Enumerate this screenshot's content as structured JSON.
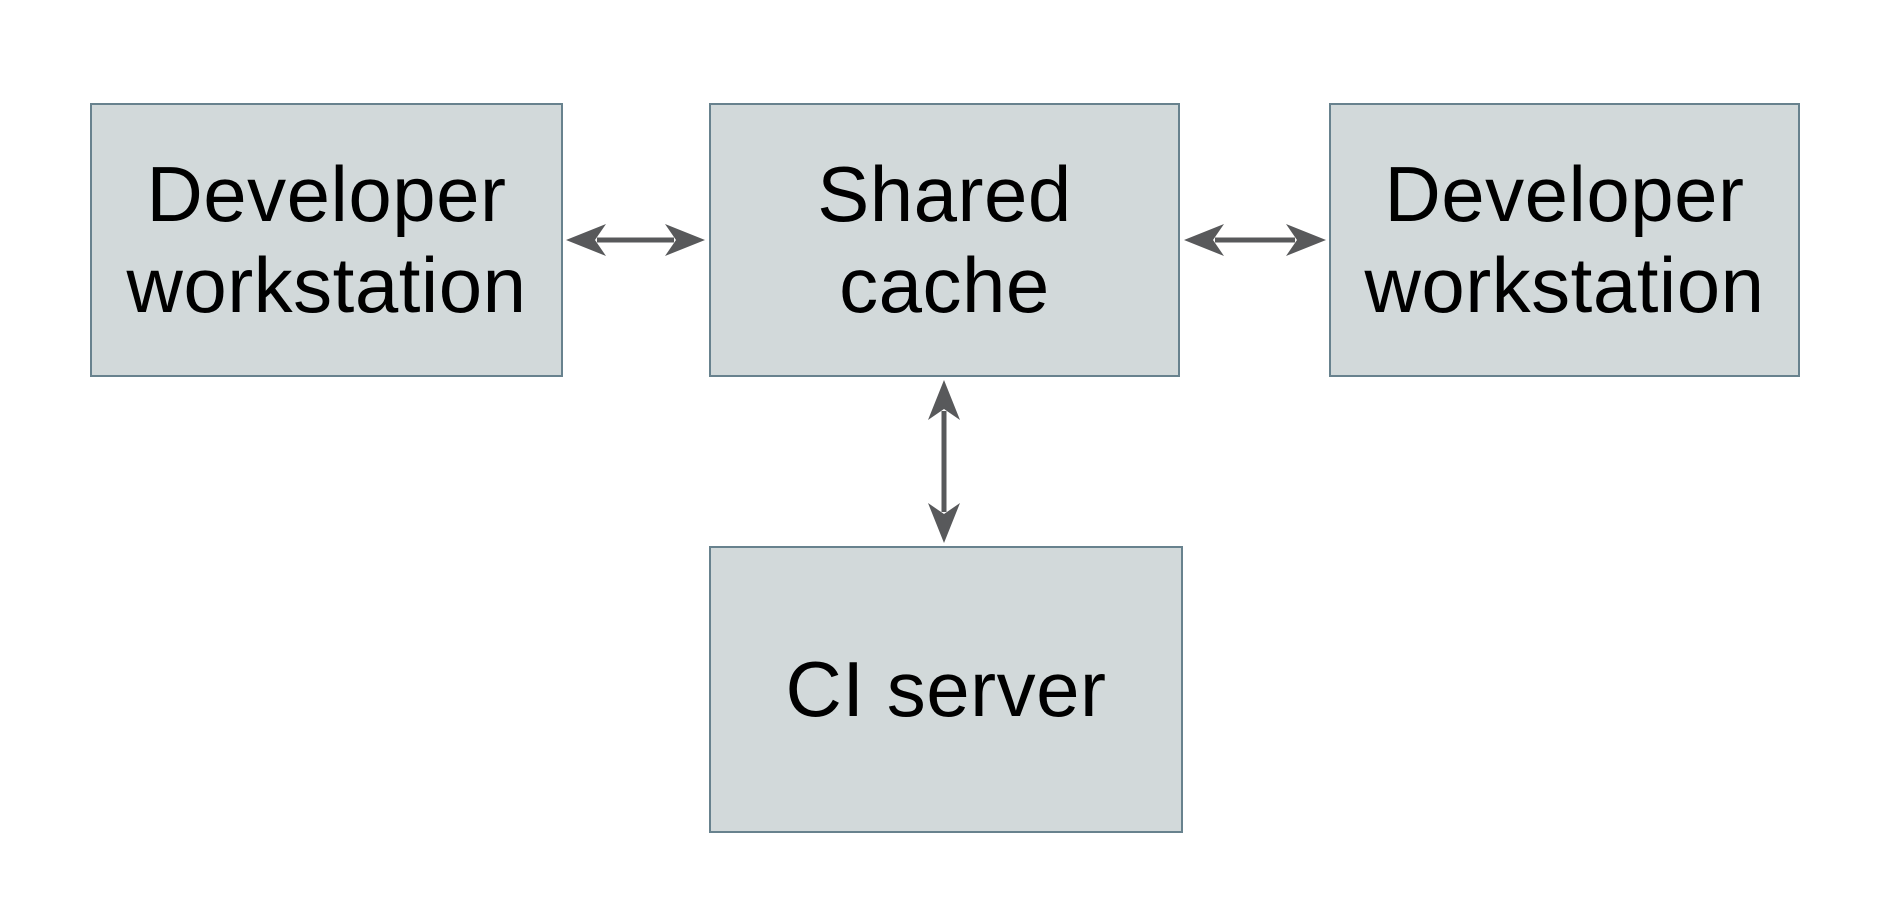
{
  "diagram": {
    "type": "architecture-diagram",
    "nodes": [
      {
        "id": "developer-workstation-left",
        "label": "Developer\nworkstation"
      },
      {
        "id": "shared-cache",
        "label": "Shared\ncache"
      },
      {
        "id": "developer-workstation-right",
        "label": "Developer\nworkstation"
      },
      {
        "id": "ci-server",
        "label": "CI server"
      }
    ],
    "edges": [
      {
        "from": "developer-workstation-left",
        "to": "shared-cache",
        "direction": "bidirectional",
        "orientation": "horizontal"
      },
      {
        "from": "shared-cache",
        "to": "developer-workstation-right",
        "direction": "bidirectional",
        "orientation": "horizontal"
      },
      {
        "from": "shared-cache",
        "to": "ci-server",
        "direction": "bidirectional",
        "orientation": "vertical"
      }
    ],
    "colors": {
      "background": "#ffffff",
      "node_fill": "#d2d9da",
      "node_border": "#68828e",
      "arrow": "#58595b",
      "text": "#000000"
    }
  }
}
